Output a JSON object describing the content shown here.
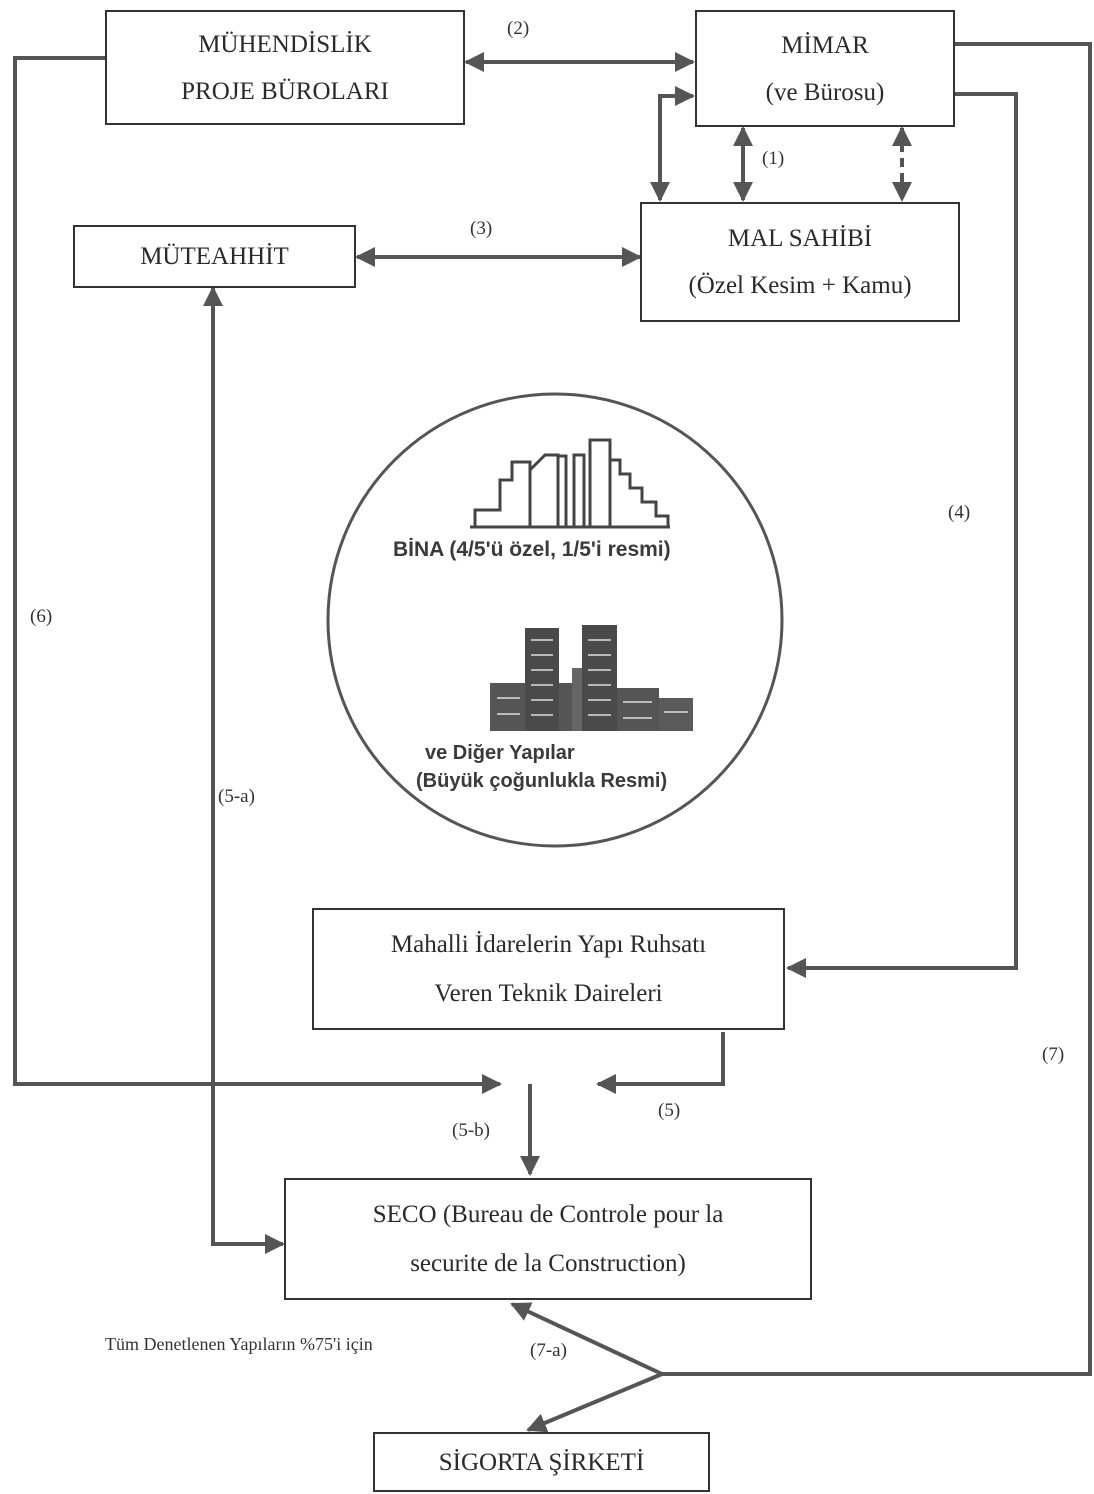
{
  "nodes": {
    "muhendislik": {
      "line1": "MÜHENDİSLİK",
      "line2": "PROJE BÜROLARI"
    },
    "mimar": {
      "line1": "MİMAR",
      "line2": "(ve Bürosu)"
    },
    "muteahhit": {
      "label": "MÜTEAHHİT"
    },
    "mal_sahibi": {
      "line1": "MAL SAHİBİ",
      "line2": "(Özel Kesim + Kamu)"
    },
    "mahalli": {
      "line1": "Mahalli İdarelerin Yapı Ruhsatı",
      "line2": "Veren Teknik Daireleri"
    },
    "seco": {
      "line1": "SECO (Bureau de Controle pour la",
      "line2": "securite de la Construction)"
    },
    "sigorta": {
      "label": "SİGORTA ŞİRKETİ"
    }
  },
  "center": {
    "bina_label": "BİNA (4/5'ü özel, 1/5'i resmi)",
    "diger_line1": "ve Diğer Yapılar",
    "diger_line2": "(Büyük çoğunlukla Resmi)",
    "icons": [
      "building-outline-icon",
      "city-skyline-icon"
    ]
  },
  "edge_labels": {
    "e1": "(1)",
    "e2": "(2)",
    "e3": "(3)",
    "e4": "(4)",
    "e5": "(5)",
    "e5a": "(5-a)",
    "e5b": "(5-b)",
    "e6": "(6)",
    "e7": "(7)",
    "e7a": "(7-a)"
  },
  "note": "Tüm Denetlenen Yapıların %75'i için",
  "colors": {
    "line": "#555555",
    "box_border": "#333333",
    "text": "#2a2a2a"
  }
}
